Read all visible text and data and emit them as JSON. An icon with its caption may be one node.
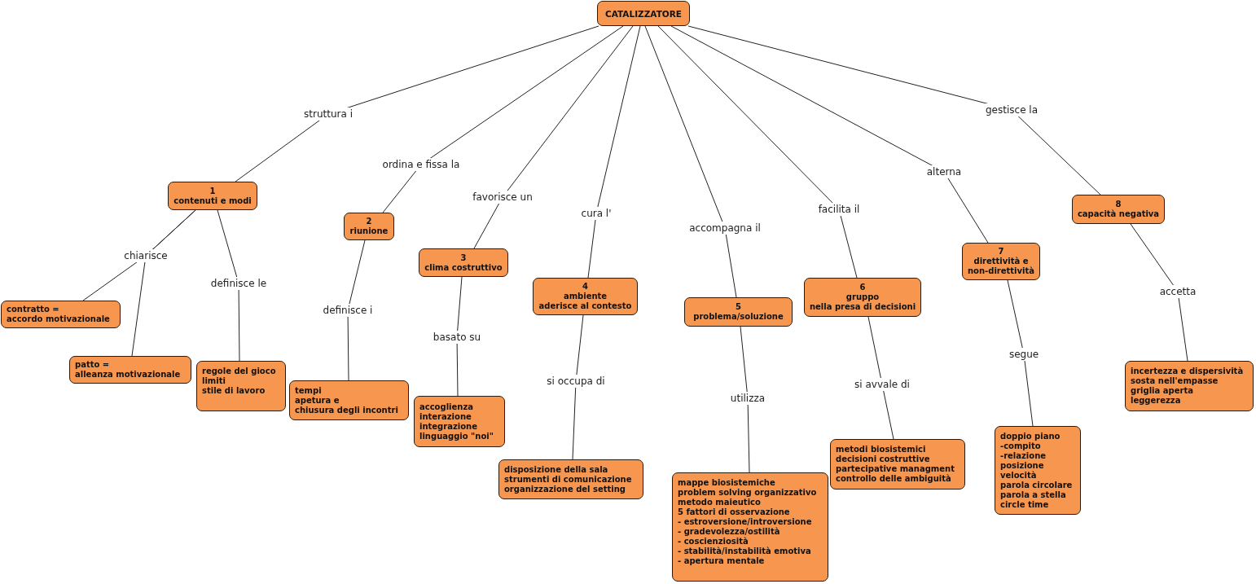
{
  "diagram": {
    "nodes": [
      {
        "text": [
          "CATALIZZATORE"
        ]
      },
      {
        "text": [
          "1",
          "contenuti e modi"
        ]
      },
      {
        "text": [
          "contratto =",
          "accordo motivazionale"
        ]
      },
      {
        "text": [
          "patto =",
          "alleanza motivazionale"
        ]
      },
      {
        "text": [
          "regole del gioco",
          "limiti",
          "stile di lavoro"
        ]
      },
      {
        "text": [
          "2",
          "riunione"
        ]
      },
      {
        "text": [
          "tempi",
          "apetura e",
          "chiusura degli incontri"
        ]
      },
      {
        "text": [
          "3",
          "clima costruttivo"
        ]
      },
      {
        "text": [
          "accoglienza",
          "interazione",
          "integrazione",
          "linguaggio \"noi\""
        ]
      },
      {
        "text": [
          "4",
          "ambiente",
          "aderisce al contesto"
        ]
      },
      {
        "text": [
          "disposizione della sala",
          "strumenti di comunicazione",
          "organizzazione del setting"
        ]
      },
      {
        "text": [
          "5",
          "problema/soluzione"
        ]
      },
      {
        "text": [
          "mappe biosistemiche",
          "problem solving organizzativo",
          "metodo maieutico",
          "5 fattori di osservazione",
          "- estroversione/introversione",
          "- gradevolezza/ostilità",
          "- coscienziosità",
          "- stabilità/instabilità emotiva",
          "- apertura mentale"
        ]
      },
      {
        "text": [
          "6",
          "gruppo",
          "nella presa di decisioni"
        ]
      },
      {
        "text": [
          "metodi biosistemici",
          "decisioni costruttive",
          "partecipative managment",
          "controllo delle ambiguità"
        ]
      },
      {
        "text": [
          "7",
          "direttività e",
          "non-direttività"
        ]
      },
      {
        "text": [
          "doppio piano",
          "-compito",
          "-relazione",
          "posizione",
          "velocità",
          "parola circolare",
          "parola a stella",
          "circle time"
        ]
      },
      {
        "text": [
          "8",
          "capacità negativa"
        ]
      },
      {
        "text": [
          "incertezza e dispersività",
          "sosta nell'empasse",
          "griglia aperta",
          "leggerezza"
        ]
      }
    ],
    "edges": [
      {
        "from": 0,
        "to": 1,
        "arrow": "none",
        "label": "struttura i"
      },
      {
        "from": 0,
        "to": 5,
        "arrow": "none",
        "label": "ordina e fissa la"
      },
      {
        "from": 0,
        "to": 7,
        "arrow": "none",
        "label": "favorisce un"
      },
      {
        "from": 0,
        "to": 9,
        "arrow": "none",
        "label": "cura l'"
      },
      {
        "from": 0,
        "to": 11,
        "arrow": "none",
        "label": "accompagna il"
      },
      {
        "from": 0,
        "to": 13,
        "arrow": "none",
        "label": "facilita il"
      },
      {
        "from": 0,
        "to": 15,
        "arrow": "none",
        "label": "alterna"
      },
      {
        "from": 0,
        "to": 17,
        "arrow": "none",
        "label": "gestisce la"
      },
      {
        "from": 1,
        "to": 2,
        "arrow": "none",
        "label": "chiarisce"
      },
      {
        "from": 1,
        "to": 3,
        "arrow": "none"
      },
      {
        "from": 1,
        "to": 4,
        "arrow": "none",
        "label": "definisce le"
      },
      {
        "from": 5,
        "to": 6,
        "arrow": "none",
        "label": "definisce i"
      },
      {
        "from": 7,
        "to": 8,
        "arrow": "none",
        "label": "basato su"
      },
      {
        "from": 9,
        "to": 10,
        "arrow": "none",
        "label": "si occupa di"
      },
      {
        "from": 11,
        "to": 12,
        "arrow": "none",
        "label": "utilizza"
      },
      {
        "from": 13,
        "to": 14,
        "arrow": "none",
        "label": "si avvale di"
      },
      {
        "from": 15,
        "to": 16,
        "arrow": "none",
        "label": "segue"
      },
      {
        "from": 17,
        "to": 18,
        "arrow": "none",
        "label": "accetta"
      }
    ]
  }
}
